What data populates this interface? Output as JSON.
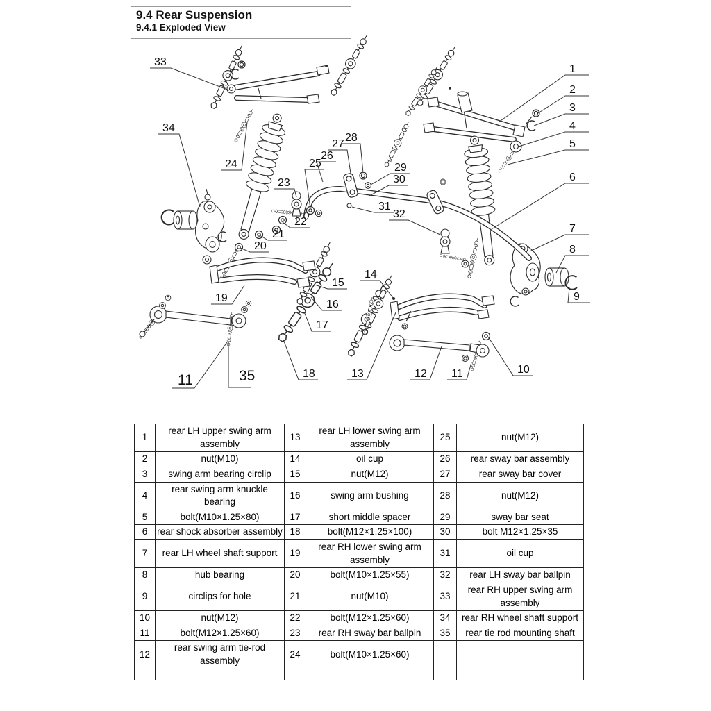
{
  "page": {
    "title": "9.4 Rear Suspension",
    "subtitle": "9.4.1 Exploded View"
  },
  "diagram": {
    "callouts": {
      "1": "1",
      "2": "2",
      "3": "3",
      "4": "4",
      "5": "5",
      "6": "6",
      "7": "7",
      "8": "8",
      "9": "9",
      "10": "10",
      "11": "11",
      "11b": "11",
      "12": "12",
      "13": "13",
      "14": "14",
      "15": "15",
      "16": "16",
      "17": "17",
      "18": "18",
      "19": "19",
      "20": "20",
      "21": "21",
      "22": "22",
      "23": "23",
      "24": "24",
      "25": "25",
      "26": "26",
      "27": "27",
      "28": "28",
      "29": "29",
      "30": "30",
      "31": "31",
      "32": "32",
      "33": "33",
      "34": "34",
      "35": "35"
    }
  },
  "table": {
    "rows": [
      [
        "1",
        "rear LH upper swing arm assembly",
        "13",
        "rear LH lower swing arm assembly",
        "25",
        "nut(M12)"
      ],
      [
        "2",
        "nut(M10)",
        "14",
        "oil cup",
        "26",
        "rear sway bar assembly"
      ],
      [
        "3",
        "swing arm bearing circlip",
        "15",
        "nut(M12)",
        "27",
        "rear sway bar cover"
      ],
      [
        "4",
        "rear swing arm knuckle bearing",
        "16",
        "swing arm bushing",
        "28",
        "nut(M12)"
      ],
      [
        "5",
        "bolt(M10×1.25×80)",
        "17",
        "short middle spacer",
        "29",
        "sway bar seat"
      ],
      [
        "6",
        "rear shock absorber assembly",
        "18",
        "bolt(M12×1.25×100)",
        "30",
        "bolt M12×1.25×35"
      ],
      [
        "7",
        "rear LH wheel shaft support",
        "19",
        "rear RH lower swing arm assembly",
        "31",
        "oil cup"
      ],
      [
        "8",
        "hub bearing",
        "20",
        "bolt(M10×1.25×55)",
        "32",
        "rear LH sway bar ballpin"
      ],
      [
        "9",
        "circlips for hole",
        "21",
        "nut(M10)",
        "33",
        "rear RH upper swing arm assembly"
      ],
      [
        "10",
        "nut(M12)",
        "22",
        "bolt(M12×1.25×60)",
        "34",
        "rear RH wheel shaft support"
      ],
      [
        "11",
        "bolt(M12×1.25×60)",
        "23",
        "rear RH sway bar ballpin",
        "35",
        "rear tie rod mounting shaft"
      ],
      [
        "12",
        "rear swing arm tie-rod assembly",
        "24",
        "bolt(M10×1.25×60)",
        "",
        ""
      ],
      [
        "",
        "",
        "",
        "",
        "",
        ""
      ]
    ]
  }
}
